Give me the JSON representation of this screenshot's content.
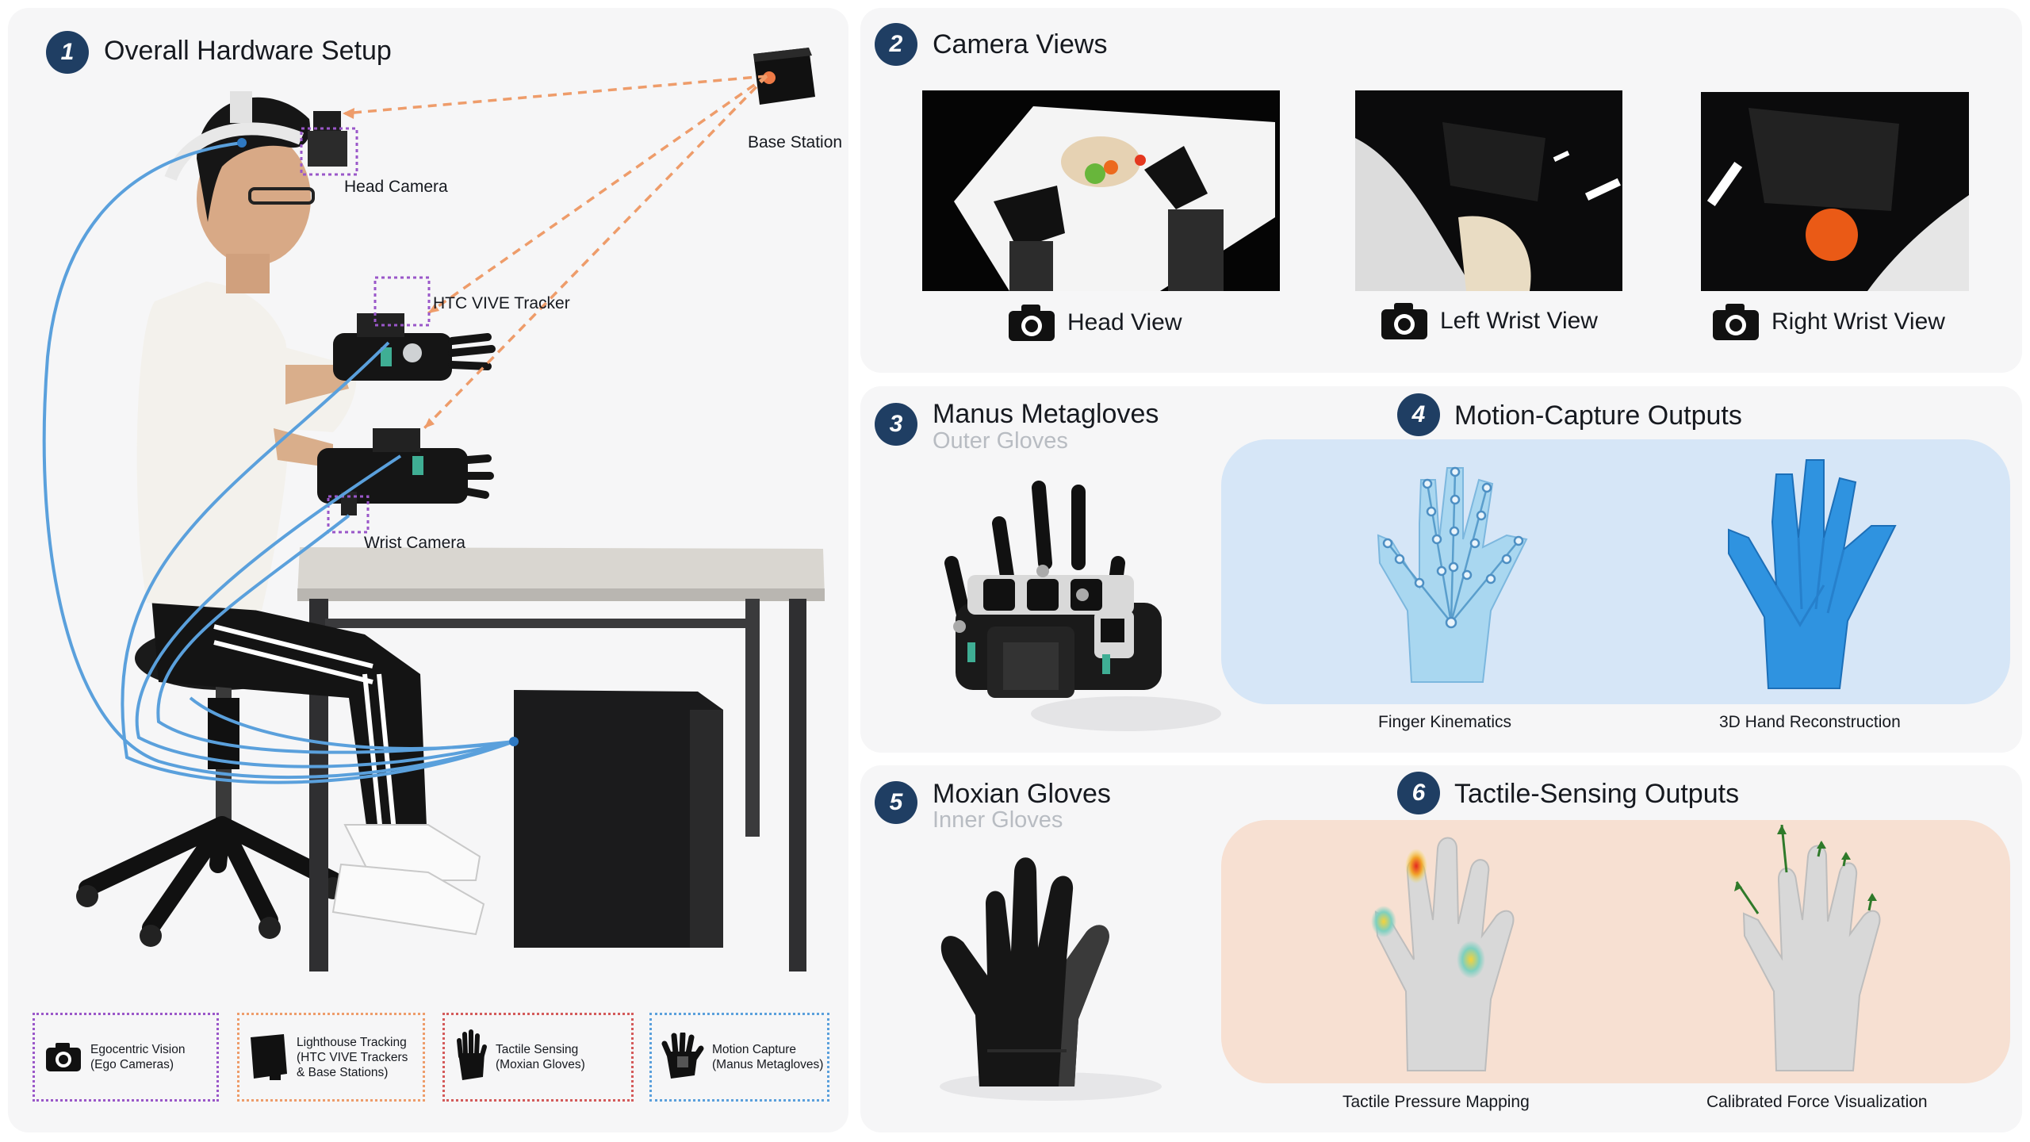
{
  "panel1": {
    "number": "1",
    "title": "Overall Hardware Setup"
  },
  "panel2": {
    "number": "2",
    "title": "Camera Views"
  },
  "panel3": {
    "number": "3",
    "title": "Manus Metagloves",
    "subtitle": "Outer Gloves"
  },
  "panel4": {
    "number": "4",
    "title": "Motion-Capture Outputs"
  },
  "panel5": {
    "number": "5",
    "title": "Moxian Gloves",
    "subtitle": "Inner Gloves"
  },
  "panel6": {
    "number": "6",
    "title": "Tactile-Sensing Outputs"
  },
  "setup_labels": {
    "base_station": "Base Station",
    "head_camera": "Head Camera",
    "vive_tracker": "HTC VIVE Tracker",
    "wrist_camera": "Wrist Camera"
  },
  "camera_views": [
    {
      "label": "Head View"
    },
    {
      "label": "Left Wrist View"
    },
    {
      "label": "Right Wrist View"
    }
  ],
  "mocap_outputs": [
    {
      "label": "Finger Kinematics"
    },
    {
      "label": "3D Hand Reconstruction"
    }
  ],
  "tactile_outputs": [
    {
      "label": "Tactile Pressure Mapping"
    },
    {
      "label": "Calibrated Force Visualization"
    }
  ],
  "legend": [
    {
      "text": "Egocentric Vision\n(Ego Cameras)",
      "color": "#9a57c9",
      "icon": "camera-icon"
    },
    {
      "text": "Lighthouse Tracking\n(HTC VIVE Trackers\n& Base Stations)",
      "color": "#ee9c6a",
      "icon": "vive-tracker-icon"
    },
    {
      "text": "Tactile Sensing\n(Moxian Gloves)",
      "color": "#d45a5a",
      "icon": "glove-icon"
    },
    {
      "text": "Motion Capture\n(Manus Metagloves)",
      "color": "#5aa0dc",
      "icon": "mocap-glove-icon"
    }
  ],
  "colors": {
    "badge": "#1f3e63",
    "tracking_line": "#ee9c6a",
    "cable_line": "#5aa0dc",
    "mocap_background": "#d6e6f7",
    "tactile_background": "#f7e0d2"
  }
}
